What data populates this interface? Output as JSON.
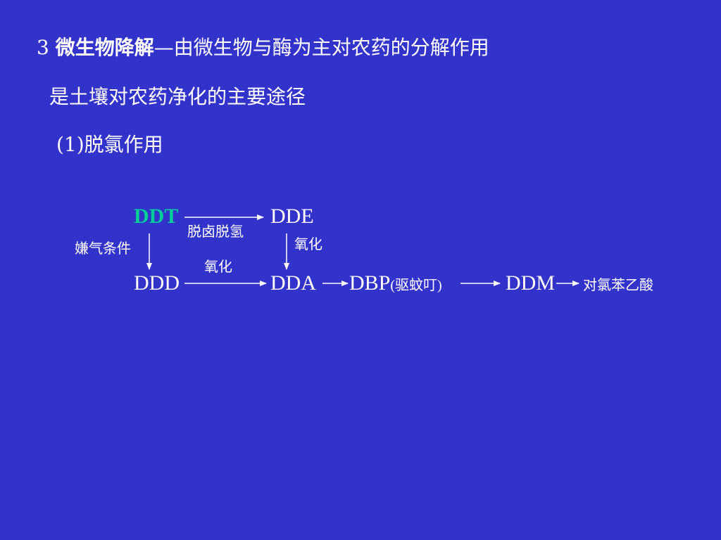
{
  "text": {
    "line1": {
      "number": "3 ",
      "bold": "微生物降解",
      "rest": "—由微生物与酶为主对农药的分解作用"
    },
    "line2": "是土壤对农药净化的主要途径",
    "line3": "(1)脱氯作用"
  },
  "diagram": {
    "nodes": {
      "ddt": "DDT",
      "dde": "DDE",
      "ddd": "DDD",
      "dda": "DDA",
      "dbp": "DBP",
      "dbp_note": "(驱蚊叮)",
      "ddm": "DDM",
      "end": "对氯苯乙酸"
    },
    "labels": {
      "dehalogenation": "脱卤脱氢",
      "anaerobic": "嫌气条件",
      "oxidation_right": "氧化",
      "oxidation_bottom": "氧化"
    }
  },
  "colors": {
    "background": "#3333CC",
    "text": "#FFFFFF",
    "highlight": "#00CC99"
  }
}
